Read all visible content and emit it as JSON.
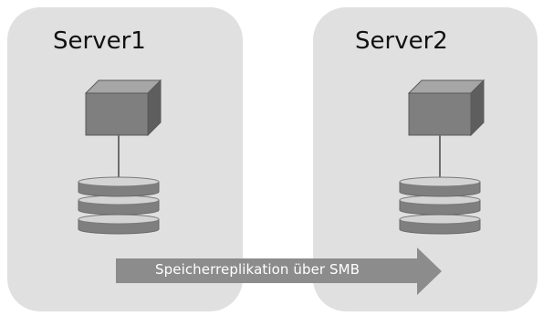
{
  "servers": [
    {
      "name": "Server1"
    },
    {
      "name": "Server2"
    }
  ],
  "replication": {
    "label": "Speicherreplikation über SMB"
  },
  "colors": {
    "panel_bg": "#e0e0e0",
    "device_fill": "#7f7f7f",
    "arrow_fill": "#8c8c8c",
    "arrow_text": "#ffffff"
  }
}
